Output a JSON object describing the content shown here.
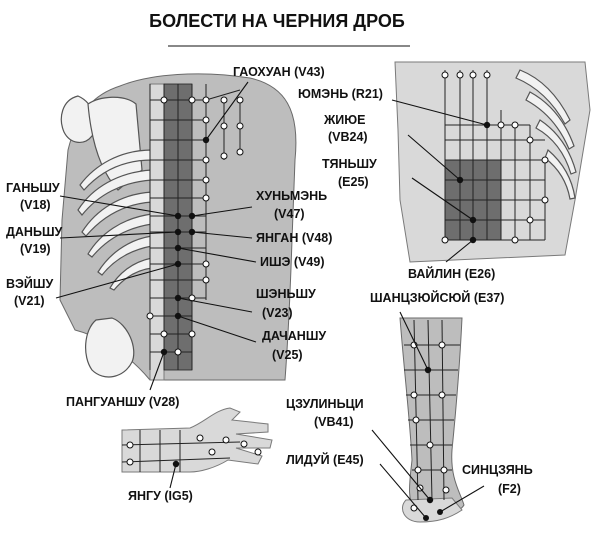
{
  "title": "БОЛЕСТИ НА ЧЕРНИЯ ДРОБ",
  "labels": {
    "gaohuan": "ГАОХУАН (V43)",
    "yumen": "ЮМЭНЬ (R21)",
    "zhiyue": "ЖИЮЕ",
    "zhiyue_code": "(VB24)",
    "tyanshu": "ТЯНЬШУ",
    "tyanshu_code": "(E25)",
    "ganshu": "ГАНЬШУ",
    "ganshu_code": "(V18)",
    "danshu": "ДАНЬШУ",
    "danshu_code": "(V19)",
    "weishu": "ВЭЙШУ",
    "weishu_code": "(V21)",
    "hunmen": "ХУНЬМЭНЬ",
    "hunmen_code": "(V47)",
    "yangan": "ЯНГАН (V48)",
    "yishe": "ИШЭ (V49)",
    "shenshu": "ШЭНЬШУ",
    "shenshu_code": "(V23)",
    "dachanshu": "ДАЧАНШУ",
    "dachanshu_code": "(V25)",
    "panguanshu": "ПАНГУАНШУ (V28)",
    "wailing": "ВАЙЛИН (E26)",
    "shangjuxu": "ШАНЦЗЮЙСЮЙ (E37)",
    "zulinqi": "ЦЗУЛИНЬЦИ",
    "zulinqi_code": "(VB41)",
    "lidui": "ЛИДУЙ (E45)",
    "xingjian": "СИНЦЗЯНЬ",
    "xingjian_code": "(F2)",
    "yangu": "ЯНГУ (IG5)"
  }
}
